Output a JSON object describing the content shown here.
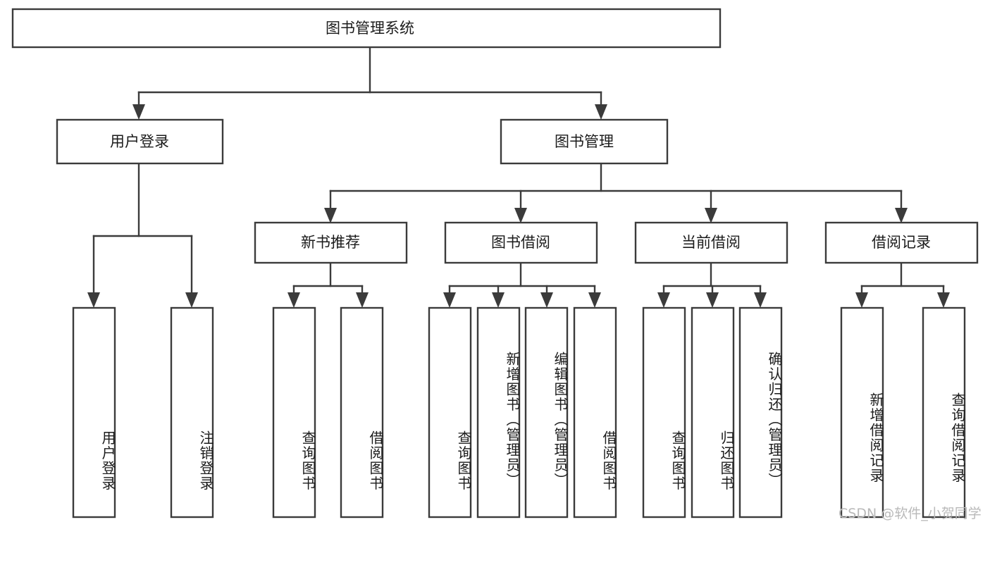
{
  "diagram": {
    "type": "tree-hierarchy",
    "title": "图书管理系统",
    "orientation": "top-down",
    "colors": {
      "box_stroke": "#3b3b3b",
      "box_fill": "#ffffff",
      "connector": "#3b3b3b",
      "text": "#1b1b1b",
      "watermark": "#b9b9b9",
      "background": "#ffffff"
    },
    "root": {
      "label": "图书管理系统"
    },
    "level2": [
      {
        "label": "用户登录"
      },
      {
        "label": "图书管理"
      }
    ],
    "level3": [
      {
        "label": "新书推荐"
      },
      {
        "label": "图书借阅"
      },
      {
        "label": "当前借阅"
      },
      {
        "label": "借阅记录"
      }
    ],
    "leaves": {
      "user_login": [
        {
          "label": "用户登录"
        },
        {
          "label": "注销登录"
        }
      ],
      "new_book_recommend": [
        {
          "label": "查询图书"
        },
        {
          "label": "借阅图书"
        }
      ],
      "book_borrow": [
        {
          "label": "查询图书"
        },
        {
          "label": "新增图书（管理员）"
        },
        {
          "label": "编辑图书（管理员）"
        },
        {
          "label": "借阅图书"
        }
      ],
      "current_borrow": [
        {
          "label": "查询图书"
        },
        {
          "label": "归还图书"
        },
        {
          "label": "确认归还（管理员）"
        }
      ],
      "borrow_record": [
        {
          "label": "新增借阅记录"
        },
        {
          "label": "查询借阅记录"
        }
      ]
    }
  },
  "watermark": {
    "text": "CSDN @软件_小贺同学"
  }
}
